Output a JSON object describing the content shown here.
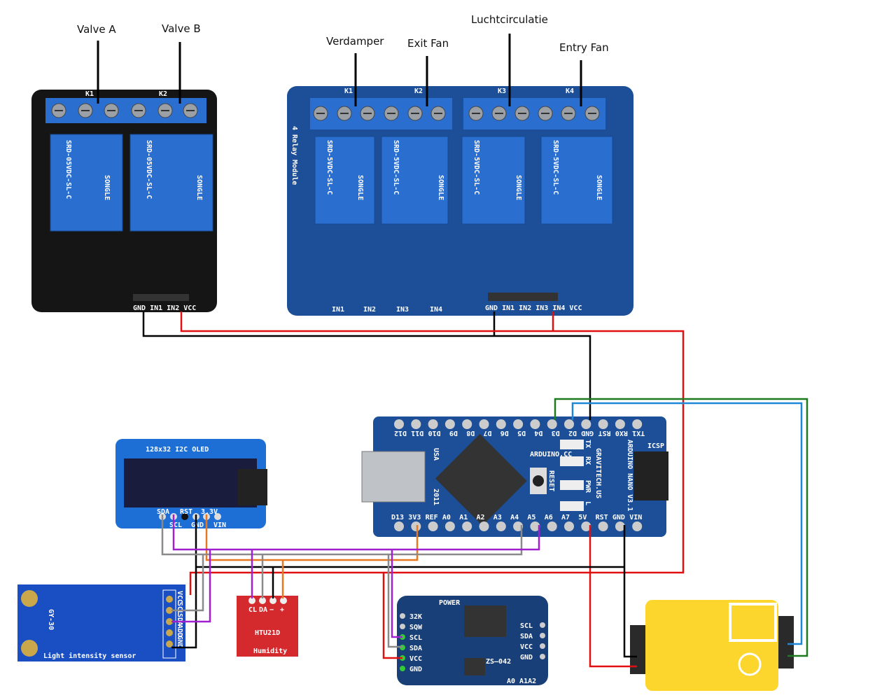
{
  "labels": {
    "valve_a": "Valve A",
    "valve_b": "Valve B",
    "verdamper": "Verdamper",
    "exit_fan": "Exit Fan",
    "luchtcirculatie": "Luchtcirculatie",
    "entry_fan": "Entry Fan"
  },
  "relay2": {
    "channels": [
      "K1",
      "K2"
    ],
    "pins": "GND IN1 IN2 VCC",
    "relay_text": "SRD-05VDC-SL-C",
    "brand": "SONGLE"
  },
  "relay4": {
    "title": "4 Relay Module",
    "channels": [
      "K1",
      "K2",
      "K3",
      "K4"
    ],
    "inputs": [
      "IN1",
      "IN2",
      "IN3",
      "IN4"
    ],
    "pins": "GND IN1 IN2 IN3 IN4 VCC",
    "relay_text": "SRD-5VDC-SL-C",
    "brand": "SONGLE"
  },
  "arduino": {
    "top_pins": [
      "D12",
      "D11",
      "D10",
      "D9",
      "D8",
      "D7",
      "D6",
      "D5",
      "D4",
      "D3",
      "D2",
      "GND",
      "RST",
      "RX0",
      "TX1"
    ],
    "bottom_pins": [
      "D13",
      "3V3",
      "REF",
      "A0",
      "A1",
      "A2",
      "A3",
      "A4",
      "A5",
      "A6",
      "A7",
      "5V",
      "RST",
      "GND",
      "VIN"
    ],
    "brand": "ARDUINO.CC",
    "name": "ARDUINO NANO V3.1",
    "maker": "GRAVITECH.US",
    "reset": "RESET",
    "icsp": "ICSP",
    "usa": "USA",
    "year": "2011",
    "leds": [
      "TX",
      "RX",
      "PWR",
      "L"
    ]
  },
  "oled": {
    "title": "128x32 I2C OLED",
    "pins_top": [
      "SDA",
      "RST",
      "3.3V"
    ],
    "pins_bottom": [
      "SCL",
      "GND",
      "VIN"
    ]
  },
  "gy30": {
    "name": "GY-30",
    "pins": [
      "VCC",
      "SCL",
      "SDA",
      "ADD",
      "GND"
    ],
    "caption": "Light intensity sensor"
  },
  "htu": {
    "pins": [
      "CL",
      "DA",
      "−",
      "+"
    ],
    "name": "HTU21D",
    "caption": "Humidity"
  },
  "rtc": {
    "left_pins": [
      "32K",
      "SQW",
      "SCL",
      "SDA",
      "VCC",
      "GND"
    ],
    "right_pins": [
      "SCL",
      "SDA",
      "VCC",
      "GND"
    ],
    "power": "POWER",
    "model": "ZS—042",
    "addr": "A0 A1A2"
  },
  "colors": {
    "black_pcb": "#151515",
    "blue_pcb": "#1c4f98",
    "relay_blue": "#2a6fd0",
    "red_pcb": "#d42a2e",
    "sensor_yellow": "#fcd62c",
    "wire_red": "#e01010",
    "wire_black": "#000000",
    "wire_green": "#1e7a1e",
    "wire_blue": "#1e88d8",
    "wire_orange": "#e87820",
    "wire_grey": "#8a8a8a",
    "wire_purple": "#a020d0"
  }
}
